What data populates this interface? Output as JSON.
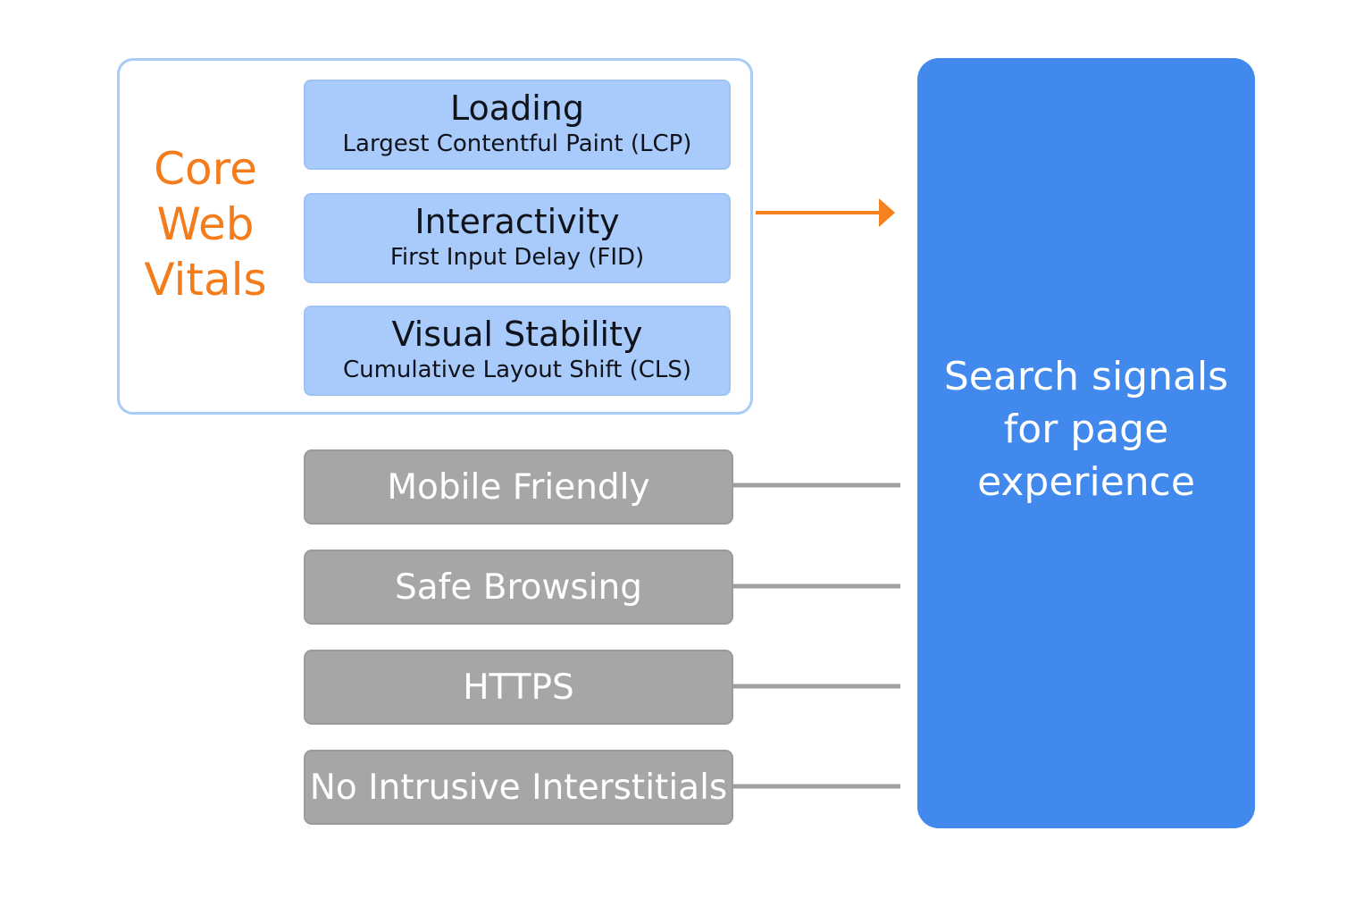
{
  "core_web_vitals": {
    "title_lines": [
      "Core",
      "Web",
      "Vitals"
    ],
    "metrics": [
      {
        "name": "Loading",
        "detail": "Largest Contentful Paint (LCP)"
      },
      {
        "name": "Interactivity",
        "detail": "First Input Delay (FID)"
      },
      {
        "name": "Visual Stability",
        "detail": "Cumulative Layout Shift (CLS)"
      }
    ]
  },
  "signals": [
    {
      "label": "Mobile Friendly"
    },
    {
      "label": "Safe Browsing"
    },
    {
      "label": "HTTPS"
    },
    {
      "label": "No Intrusive Interstitials"
    }
  ],
  "result": {
    "label_lines": [
      "Search signals",
      "for page",
      "experience"
    ]
  },
  "colors": {
    "accent_orange": "#f57c1a",
    "vitals_fill": "#a8cbfb",
    "vitals_border": "#a9cbf6",
    "signal_gray": "#a6a6a6",
    "connector_gray": "#a0a0a0",
    "result_blue": "#4189ec"
  }
}
